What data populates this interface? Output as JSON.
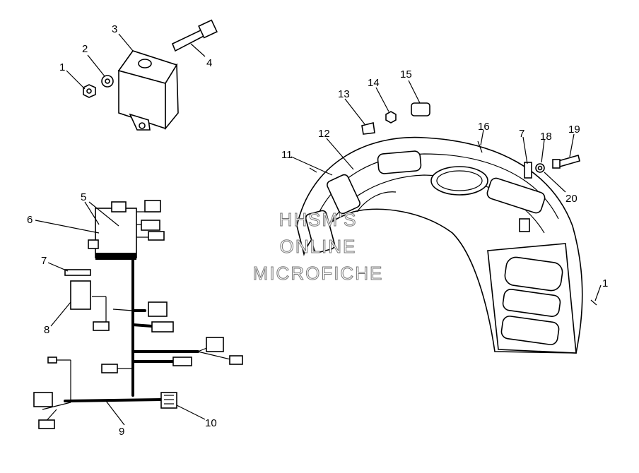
{
  "callouts": [
    "1",
    "2",
    "3",
    "4",
    "5",
    "6",
    "7",
    "8",
    "9",
    "10",
    "11",
    "12",
    "13",
    "14",
    "15",
    "16",
    "7",
    "18",
    "19",
    "20",
    "1"
  ],
  "watermark": [
    "HHSM'S",
    "ONLINE",
    "MICROFICHE"
  ]
}
